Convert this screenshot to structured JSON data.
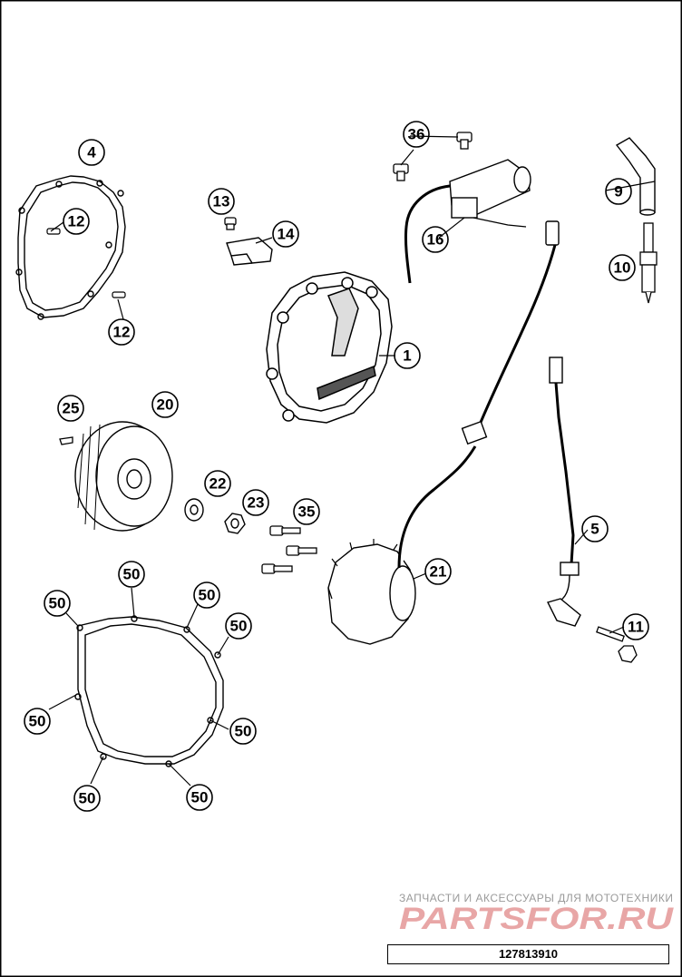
{
  "callouts": {
    "c1": "1",
    "c4": "4",
    "c5": "5",
    "c9": "9",
    "c10": "10",
    "c11": "11",
    "c12a": "12",
    "c12b": "12",
    "c13": "13",
    "c14": "14",
    "c16": "16",
    "c20": "20",
    "c21": "21",
    "c22": "22",
    "c23": "23",
    "c25": "25",
    "c35": "35",
    "c36": "36",
    "c50a": "50",
    "c50b": "50",
    "c50c": "50",
    "c50d": "50",
    "c50e": "50",
    "c50f": "50",
    "c50g": "50",
    "c50h": "50"
  },
  "watermark": {
    "tagline": "ЗАПЧАСТИ И АКСЕССУАРЫ ДЛЯ МОТОТЕХНИКИ",
    "logo": "PARTSFOR.RU"
  },
  "document_number": "127813910",
  "colors": {
    "line": "#000000",
    "watermark_red": "#e8a6a6",
    "watermark_grey": "#9a9a9a"
  }
}
